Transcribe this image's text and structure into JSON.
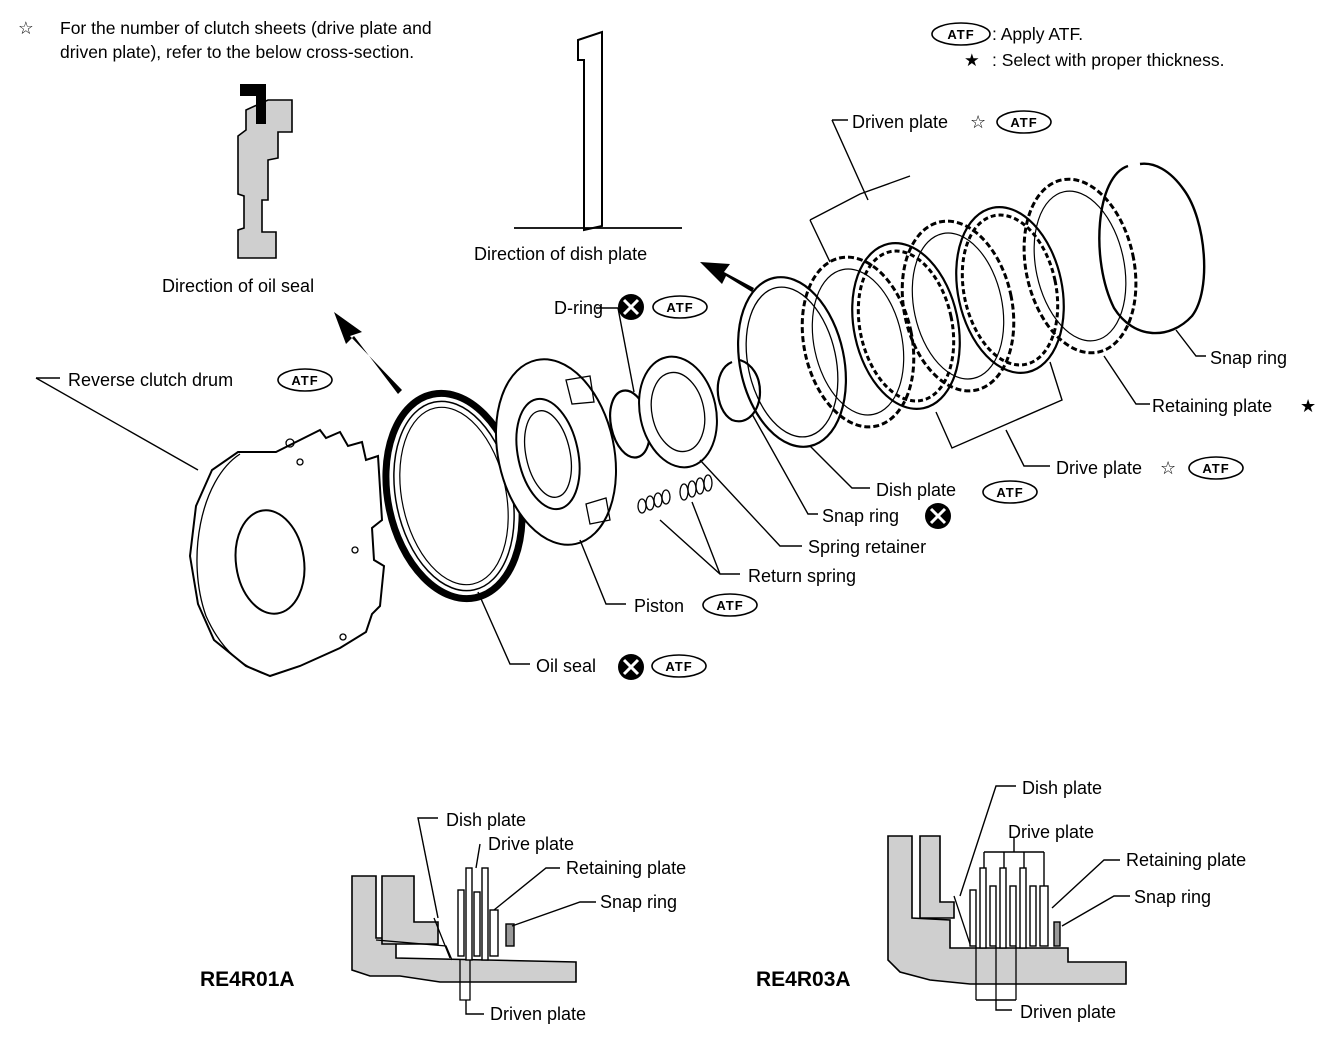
{
  "notes": {
    "star_note_symbol": "☆",
    "star_note_line1": "For the number of clutch sheets (drive plate and",
    "star_note_line2": "driven plate), refer to the below cross-section.",
    "atf_legend": ": Apply ATF.",
    "thickness_symbol": "★",
    "thickness_legend": ": Select with proper thickness."
  },
  "atf_badge": "ATF",
  "insets": {
    "oil_seal_direction": "Direction of oil seal",
    "dish_plate_direction": "Direction of dish plate"
  },
  "parts": {
    "reverse_clutch_drum": "Reverse clutch drum",
    "oil_seal": "Oil seal",
    "piston": "Piston",
    "d_ring": "D-ring",
    "return_spring": "Return spring",
    "spring_retainer": "Spring retainer",
    "snap_ring_small": "Snap ring",
    "dish_plate": "Dish plate",
    "driven_plate": "Driven plate",
    "drive_plate": "Drive plate",
    "retaining_plate": "Retaining plate",
    "snap_ring": "Snap ring"
  },
  "cross_sections": {
    "re4r01a": {
      "model": "RE4R01A",
      "dish_plate": "Dish plate",
      "drive_plate": "Drive plate",
      "retaining_plate": "Retaining plate",
      "snap_ring": "Snap ring",
      "driven_plate": "Driven plate"
    },
    "re4r03a": {
      "model": "RE4R03A",
      "dish_plate": "Dish plate",
      "drive_plate": "Drive plate",
      "retaining_plate": "Retaining plate",
      "snap_ring": "Snap ring",
      "driven_plate": "Driven plate"
    }
  },
  "colors": {
    "line": "#000000",
    "hatch": "#cfcfcf",
    "background": "#ffffff"
  },
  "icons": {
    "do_not_reuse": "x-circle-icon",
    "apply_atf": "atf-badge-icon",
    "direction": "arrow-icon"
  }
}
